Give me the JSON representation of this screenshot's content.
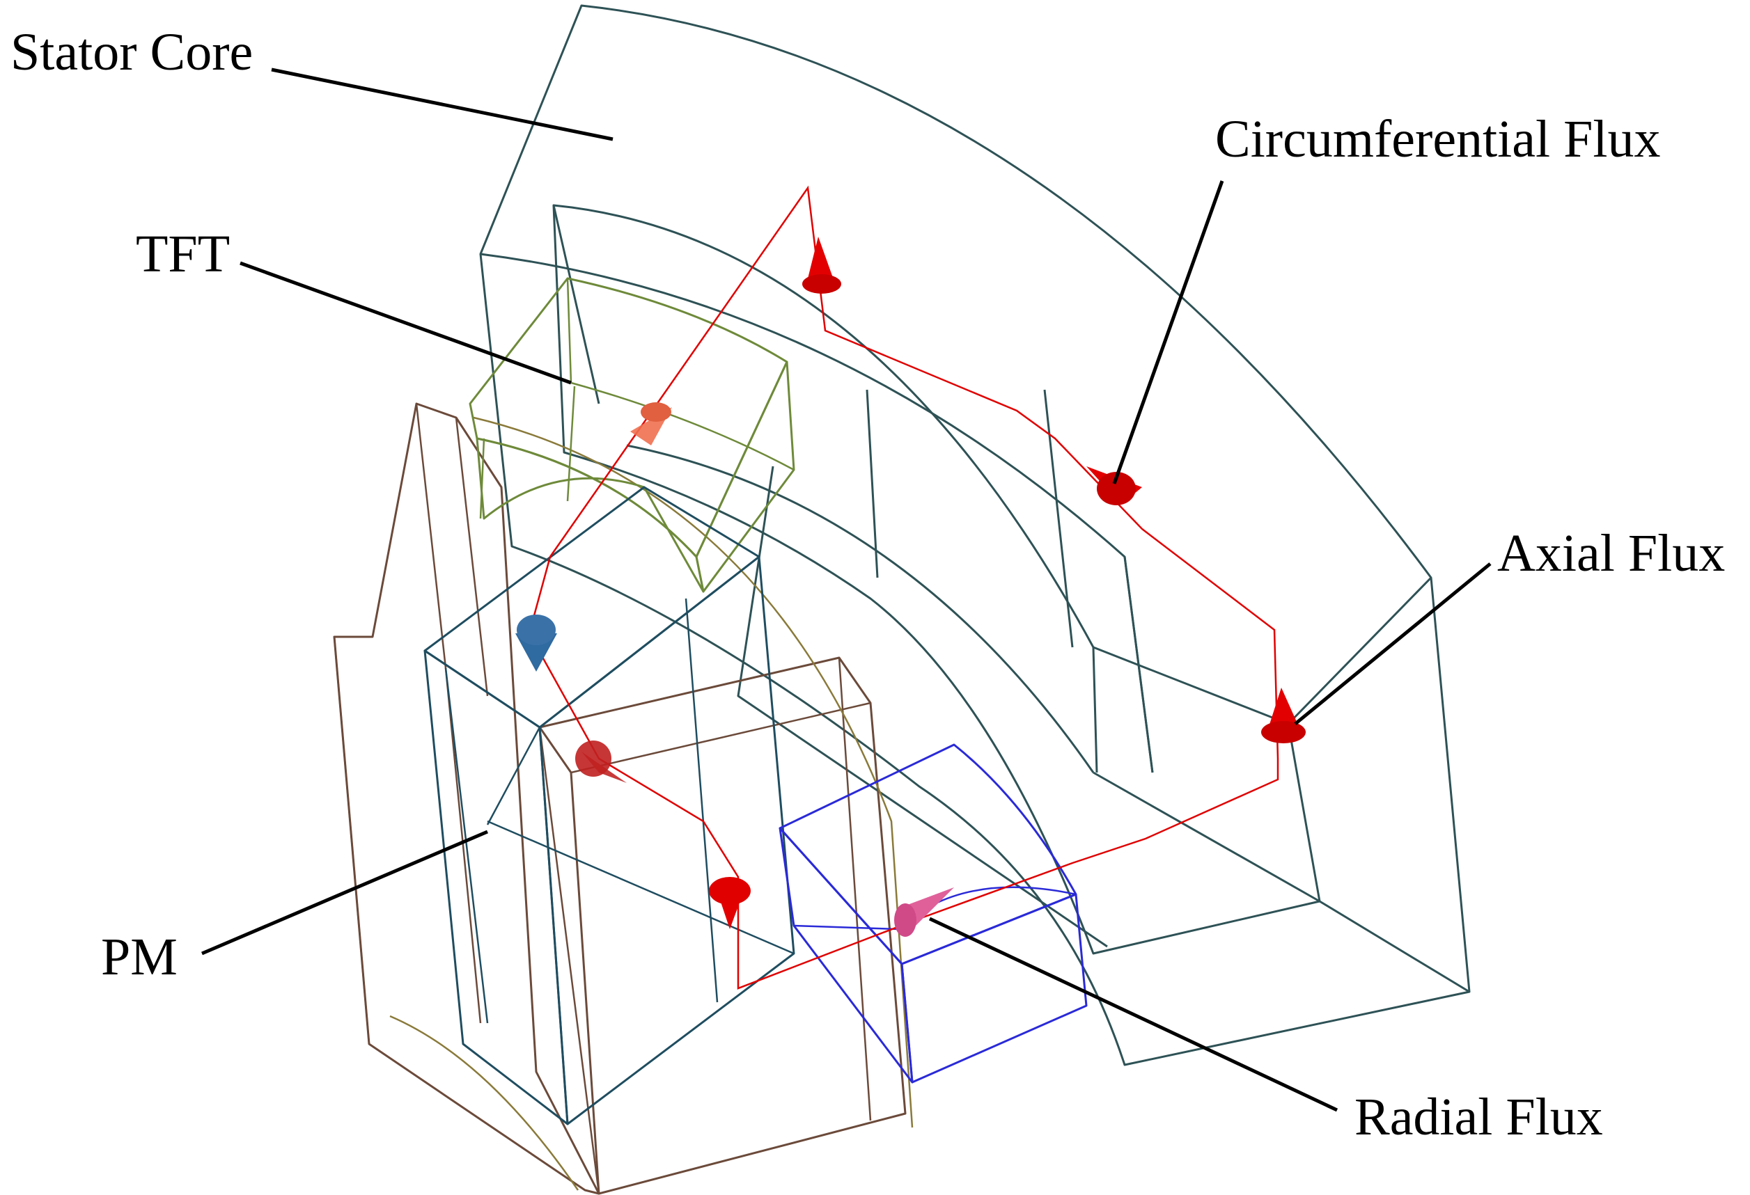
{
  "labels": {
    "stator_core": "Stator Core",
    "tft": "TFT",
    "pm": "PM",
    "circumferential_flux": "Circumferential Flux",
    "axial_flux": "Axial Flux",
    "radial_flux": "Radial Flux"
  },
  "colors": {
    "stator_fill": "#e3eff0",
    "stator_edge": "#2e5256",
    "tft_fill": "#b6d68e",
    "tft_edge": "#6e8a3a",
    "pm_fill": "#3f93b8",
    "pm_edge": "#1f4d60",
    "frame_fill": "#efe6e0",
    "frame_edge": "#6b4a3a",
    "coil_fill": "#8a8ef0",
    "coil_edge": "#2a2ad8",
    "flux_line": "#e00000",
    "arrow": "#e30000",
    "label_text": "#000000"
  }
}
